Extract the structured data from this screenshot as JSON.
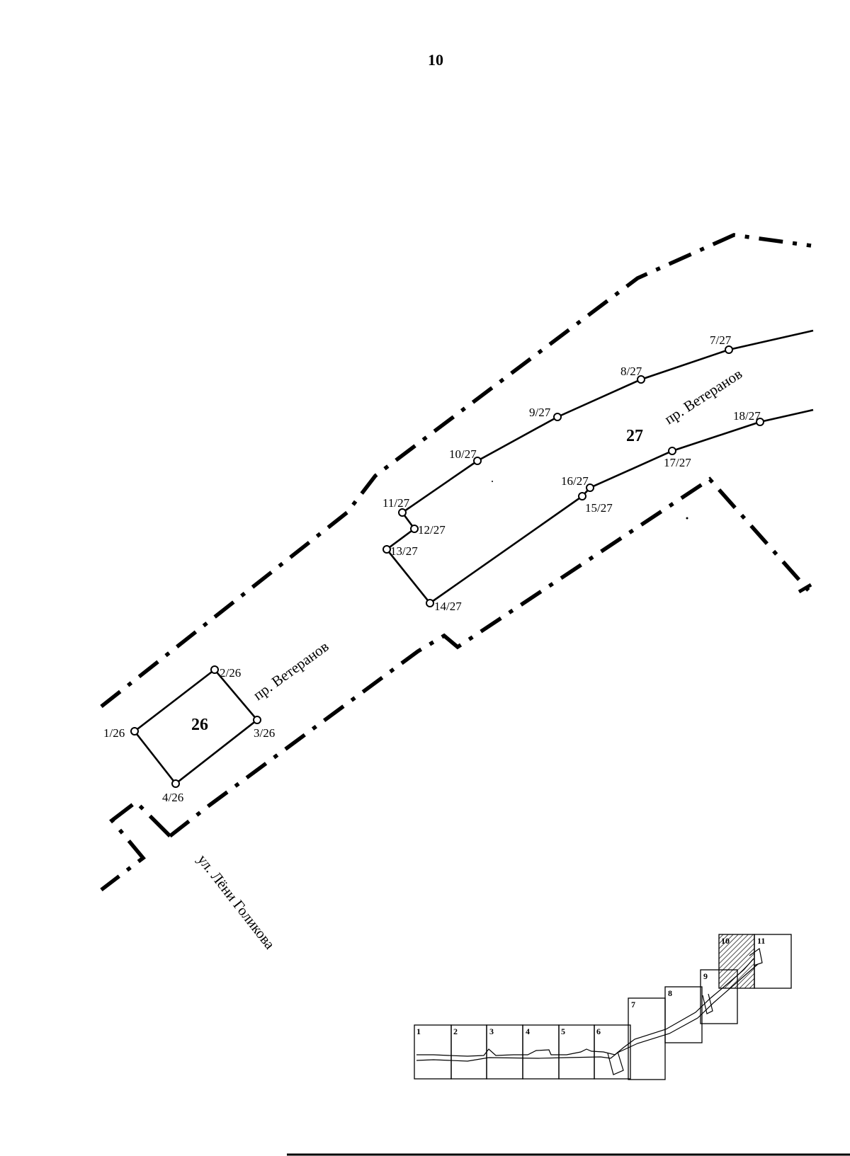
{
  "page_number": "10",
  "parcels": [
    {
      "number": "26",
      "points": [
        "1/26",
        "2/26",
        "3/26",
        "4/26"
      ]
    },
    {
      "number": "27",
      "points": [
        "7/27",
        "8/27",
        "9/27",
        "10/27",
        "11/27",
        "12/27",
        "13/27",
        "14/27",
        "15/27",
        "16/27",
        "17/27",
        "18/27"
      ]
    }
  ],
  "streets": {
    "veteranov_upper": "пр. Ветеранов",
    "veteranov_lower": "пр. Ветеранов",
    "leni_golikova": "ул. Лёни Голикова"
  },
  "key_map": {
    "sheets": [
      "1",
      "2",
      "3",
      "4",
      "5",
      "6",
      "7",
      "8",
      "9",
      "10",
      "11"
    ],
    "current_sheet": "10"
  }
}
